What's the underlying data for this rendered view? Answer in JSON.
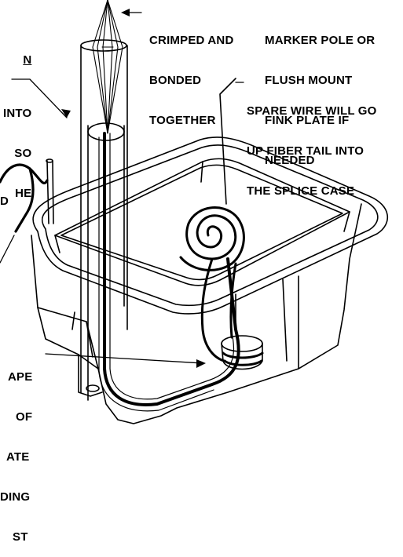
{
  "labels": {
    "crimped": [
      "CRIMPED AND",
      "BONDED",
      "TOGETHER"
    ],
    "marker": [
      "MARKER POLE OR",
      "FLUSH MOUNT",
      "FINK PLATE IF",
      "NEEDED"
    ],
    "spare": [
      "SPARE WIRE WILL GO",
      "UP FIBER TAIL INTO",
      "THE SPLICE CASE"
    ],
    "left_top": [
      "N",
      "INTO",
      "SO",
      "HE"
    ],
    "left_mid": [
      "D"
    ],
    "left_bottom": [
      "APE",
      "OF",
      "ATE",
      "DING",
      "ST"
    ]
  },
  "colors": {
    "ink": "#000000",
    "paper": "#ffffff"
  }
}
